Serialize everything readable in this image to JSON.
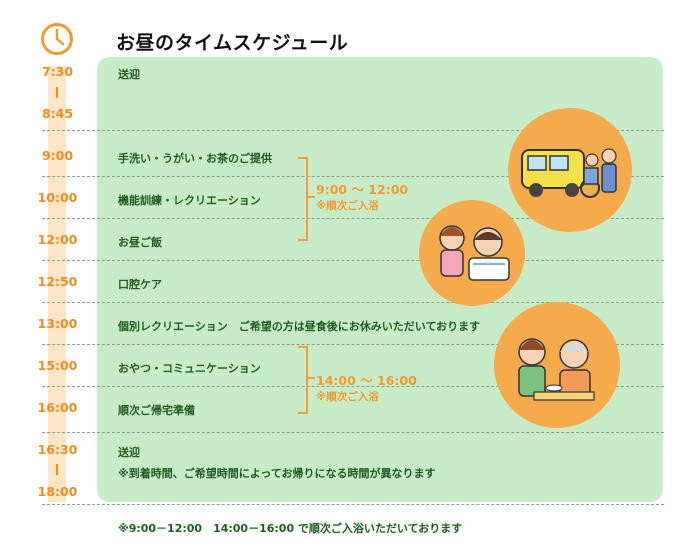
{
  "title": "お昼のタイムスケジュール",
  "clock_icon": "clock-icon",
  "times": [
    "7:30",
    "8:45",
    "9:00",
    "10:00",
    "12:00",
    "12:50",
    "13:00",
    "15:00",
    "16:00",
    "16:30",
    "18:00"
  ],
  "activities": {
    "pickup_morning": "送迎",
    "handwash": "手洗い・うがい・お茶のご提供",
    "training": "機能訓練・レクリエーション",
    "lunch": "お昼ご飯",
    "oral_care": "口腔ケア",
    "individual": "個別レクリエーション　ご希望の方は昼食後にお休みいただいております",
    "snack": "おやつ・コミュニケーション",
    "prepare_home": "順次ご帰宅準備",
    "pickup_evening": "送迎",
    "pickup_note": "※到着時間、ご希望時間によってお帰りになる時間が異なります"
  },
  "bath_ranges": [
    {
      "range": "9:00 ～ 12:00",
      "note": "※順次ご入浴"
    },
    {
      "range": "14:00 ～ 16:00",
      "note": "※順次ご入浴"
    }
  ],
  "footer_note": "※9:00－12:00　14:00－16:00 で順次ご入浴いただいております",
  "colors": {
    "accent_orange": "#f08c1e",
    "panel_green": "#c9ecc8",
    "text_green": "#1f5c1f"
  }
}
